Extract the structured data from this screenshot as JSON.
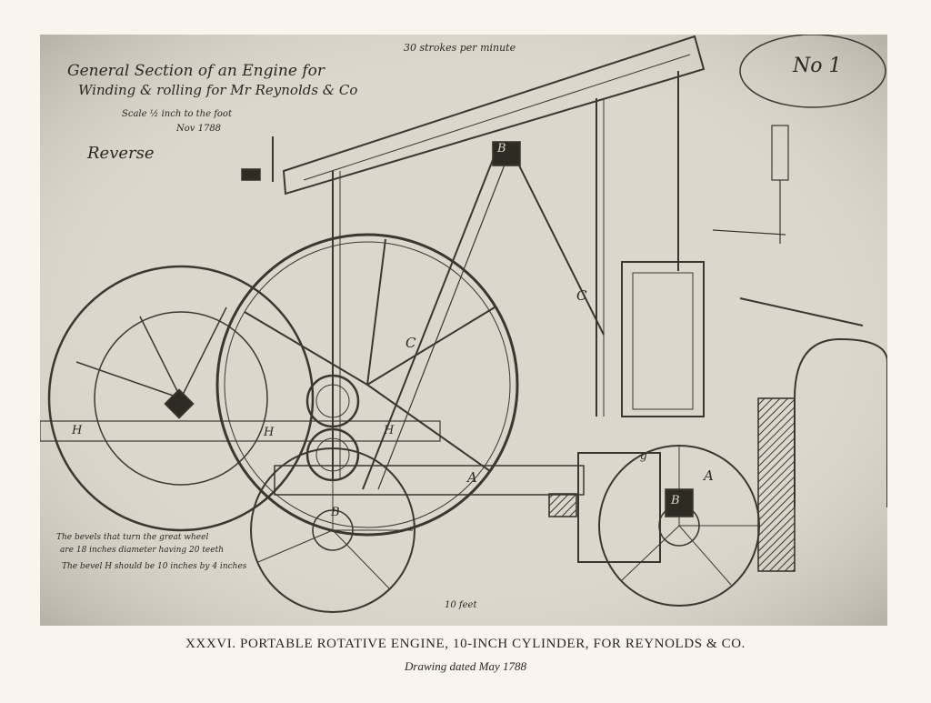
{
  "plate": {
    "title_lines": [
      "General Section of an Engine for",
      "Winding & rolling for Mr Reynolds & Co"
    ],
    "scale_note": "Scale ½ inch to the foot",
    "date_note": "Nov 1788",
    "corner_label": "Reverse",
    "top_note": "30 strokes per minute",
    "number_label": "No 1",
    "letters": {
      "h1": "H",
      "h2": "H",
      "h3": "H",
      "a1": "A",
      "a2": "A",
      "b1": "B",
      "b2": "B",
      "b3": "B",
      "c1": "C",
      "c2": "C",
      "g": "g"
    },
    "notes_bottom": [
      "The bevels that turn the great wheel",
      "are 18 inches diameter having 20 teeth",
      "The bevel H should be 10 inches by 4 inches"
    ],
    "dimension_note": "10 feet"
  },
  "caption": {
    "main": "XXXVI. PORTABLE ROTATIVE ENGINE, 10-INCH CYLINDER, FOR REYNOLDS & CO.",
    "sub": "Drawing dated May 1788"
  }
}
